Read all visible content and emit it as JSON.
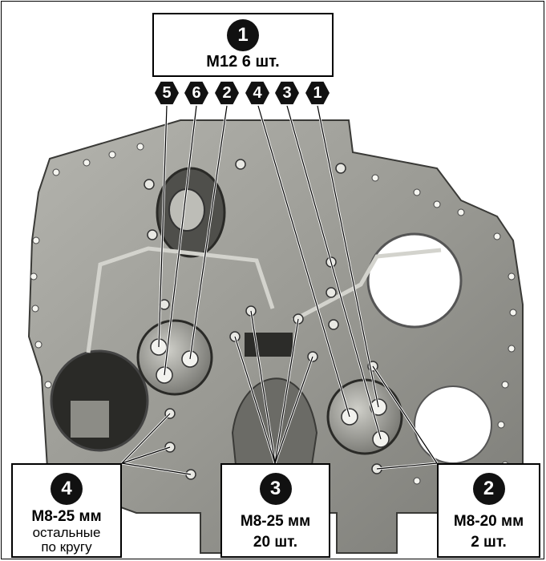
{
  "top_box": {
    "badge": "1",
    "text": "M12 6 шт.",
    "hex_labels": [
      "5",
      "6",
      "2",
      "4",
      "3",
      "1"
    ]
  },
  "box_4": {
    "badge": "4",
    "line1": "М8-25 мм",
    "line2": "остальные",
    "line3": "по кругу"
  },
  "box_3": {
    "badge": "3",
    "line1": "М8-25 мм",
    "line2": "20 шт."
  },
  "box_2": {
    "badge": "2",
    "line1": "М8-20 мм",
    "line2": "2 шт."
  },
  "colors": {
    "plate": "#9b9b96",
    "plate_dark": "#5e5e5a",
    "badge": "#111111"
  }
}
